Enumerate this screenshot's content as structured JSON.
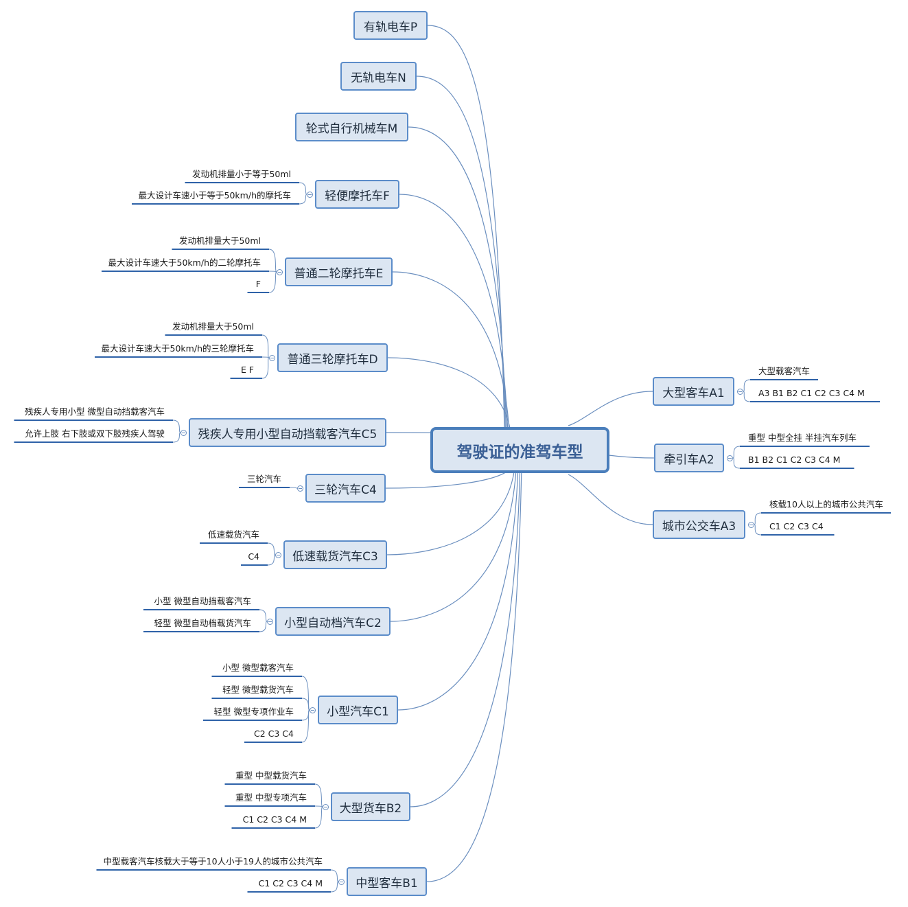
{
  "colors": {
    "accent": "#4a7ebb",
    "node_fill": "#dce6f2",
    "line": "#6b8fbf",
    "underline": "#2e62a8"
  },
  "root": {
    "label": "驾驶证的准驾车型"
  },
  "branches": [
    {
      "id": "p",
      "label": "有轨电车P",
      "children": []
    },
    {
      "id": "n",
      "label": "无轨电车N",
      "children": []
    },
    {
      "id": "m",
      "label": "轮式自行机械车M",
      "children": []
    },
    {
      "id": "f",
      "label": "轻便摩托车F",
      "children": [
        "发动机排量小于等于50ml",
        "最大设计车速小于等于50km/h的摩托车"
      ]
    },
    {
      "id": "e",
      "label": "普通二轮摩托车E",
      "children": [
        "发动机排量大于50ml",
        "最大设计车速大于50km/h的二轮摩托车",
        "F"
      ]
    },
    {
      "id": "d",
      "label": "普通三轮摩托车D",
      "children": [
        "发动机排量大于50ml",
        "最大设计车速大于50km/h的三轮摩托车",
        "E F"
      ]
    },
    {
      "id": "c5",
      "label": "残疾人专用小型自动挡载客汽车C5",
      "children": [
        "残疾人专用小型 微型自动挡载客汽车",
        "允许上肢 右下肢或双下肢残疾人驾驶"
      ]
    },
    {
      "id": "c4",
      "label": "三轮汽车C4",
      "children": [
        "三轮汽车"
      ]
    },
    {
      "id": "c3",
      "label": "低速载货汽车C3",
      "children": [
        "低速载货汽车",
        "C4"
      ]
    },
    {
      "id": "c2",
      "label": "小型自动档汽车C2",
      "children": [
        "小型 微型自动挡载客汽车",
        "轻型 微型自动档载货汽车"
      ]
    },
    {
      "id": "c1",
      "label": "小型汽车C1",
      "children": [
        "小型 微型载客汽车",
        "轻型 微型载货汽车",
        "轻型 微型专项作业车",
        "C2 C3 C4"
      ]
    },
    {
      "id": "b2",
      "label": "大型货车B2",
      "children": [
        "重型 中型载货汽车",
        "重型 中型专项汽车",
        "C1 C2 C3 C4 M"
      ]
    },
    {
      "id": "b1",
      "label": "中型客车B1",
      "children": [
        "中型载客汽车核载大于等于10人小于19人的城市公共汽车",
        "C1 C2 C3 C4 M"
      ]
    },
    {
      "id": "a1",
      "label": "大型客车A1",
      "children": [
        "大型载客汽车",
        "A3 B1 B2 C1 C2 C3 C4 M"
      ]
    },
    {
      "id": "a2",
      "label": "牵引车A2",
      "children": [
        "重型 中型全挂 半挂汽车列车",
        "B1 B2 C1 C2 C3 C4 M"
      ]
    },
    {
      "id": "a3",
      "label": "城市公交车A3",
      "children": [
        "核载10人以上的城市公共汽车",
        "C1 C2 C3 C4"
      ]
    }
  ]
}
